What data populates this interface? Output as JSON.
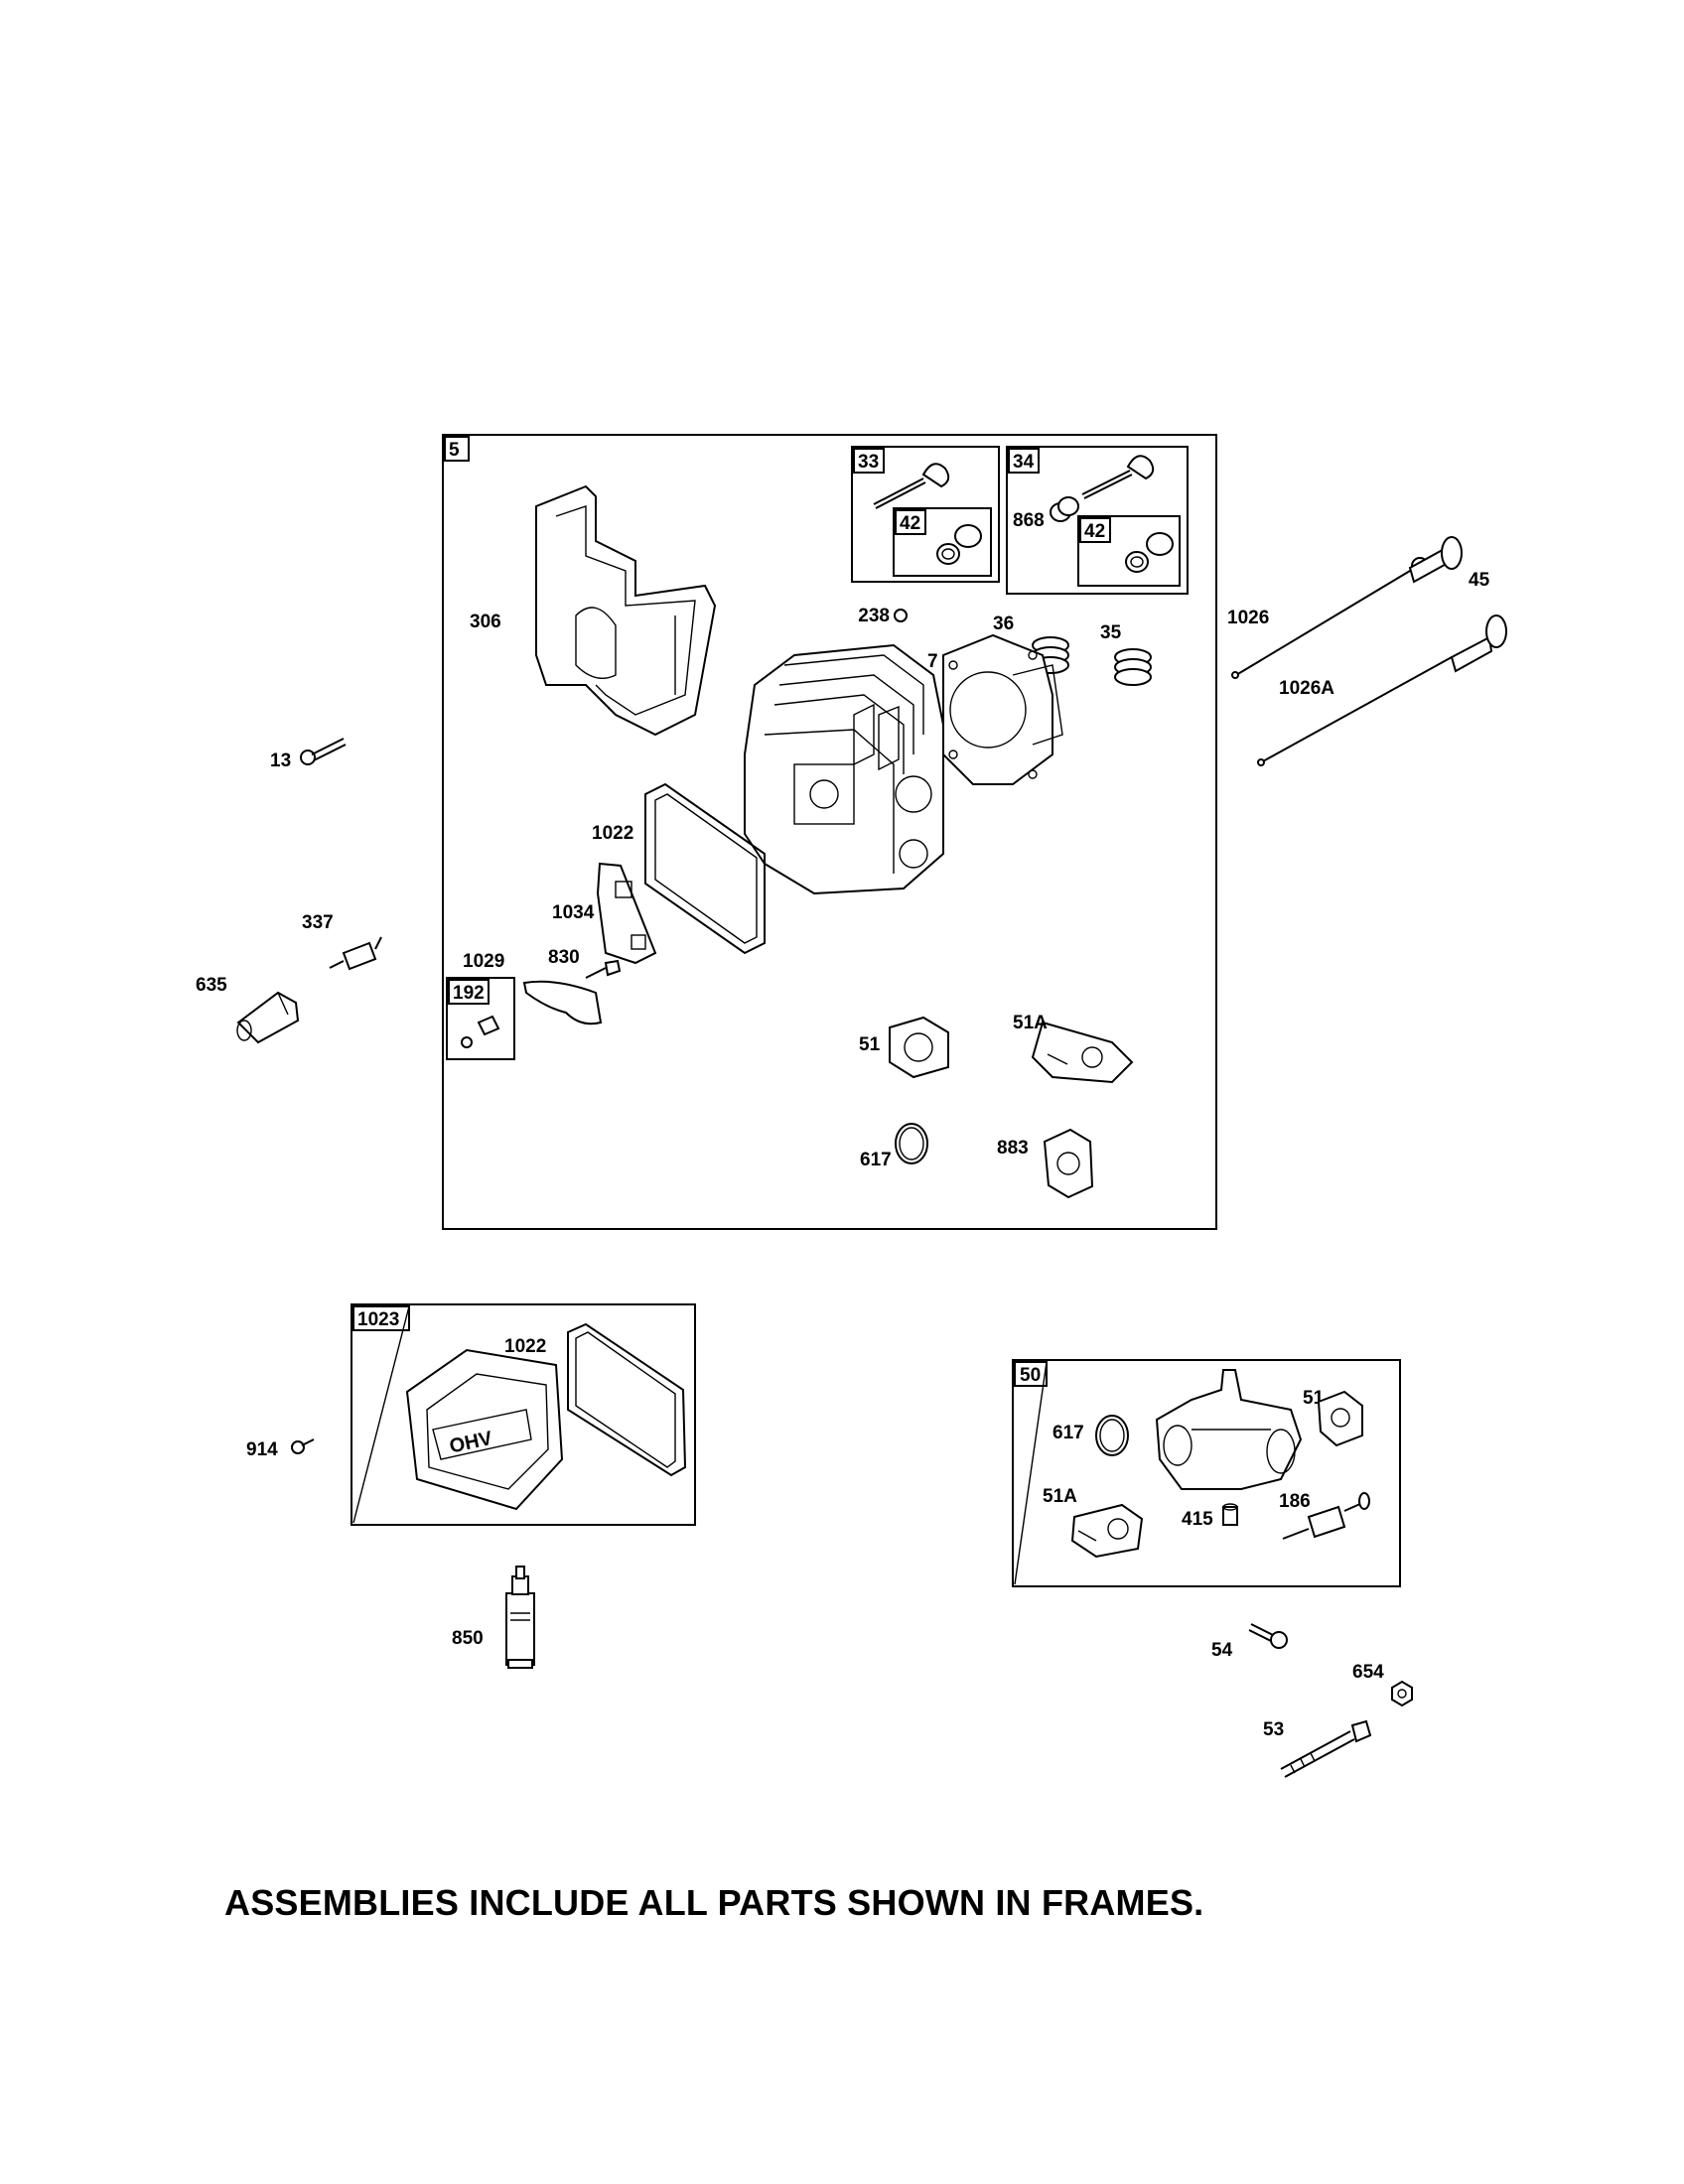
{
  "assemblies": {
    "main": {
      "id": "5"
    },
    "valve_intake": {
      "id": "33",
      "sub_id": "42"
    },
    "valve_exhaust": {
      "id": "34",
      "sub_id": "42",
      "extra_part": "868"
    },
    "kit_192": {
      "id": "192"
    },
    "cover_kit": {
      "id": "1023"
    },
    "intake_kit": {
      "id": "50"
    }
  },
  "labels": {
    "p306": "306",
    "p238": "238",
    "p36": "36",
    "p35": "35",
    "p7": "7",
    "p1022": "1022",
    "p1034": "1034",
    "p1029": "1029",
    "p830": "830",
    "p51": "51",
    "p51A": "51A",
    "p617": "617",
    "p883": "883",
    "p13": "13",
    "p337": "337",
    "p635": "635",
    "p1026": "1026",
    "p1026A": "1026A",
    "p45": "45",
    "p1022b": "1022",
    "p914": "914",
    "p850": "850",
    "p617b": "617",
    "p51b": "51",
    "p51Ab": "51A",
    "p415": "415",
    "p186": "186",
    "p54": "54",
    "p654": "654",
    "p53": "53"
  },
  "note": "ASSEMBLIES INCLUDE ALL PARTS SHOWN IN FRAMES."
}
